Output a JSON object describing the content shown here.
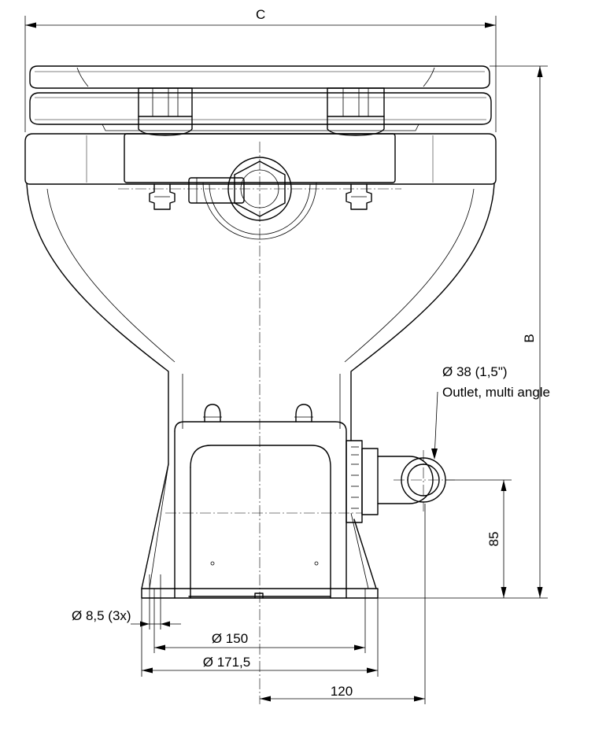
{
  "labels": {
    "dim_c": "C",
    "dim_b": "B",
    "dim_85": "85",
    "dim_120": "120",
    "dim_150": "Ø 150",
    "dim_171": "Ø 171,5",
    "dim_hole": "Ø 8,5 (3x)",
    "outlet_size": "Ø 38 (1,5\")",
    "outlet_desc": "Outlet, multi angle"
  }
}
